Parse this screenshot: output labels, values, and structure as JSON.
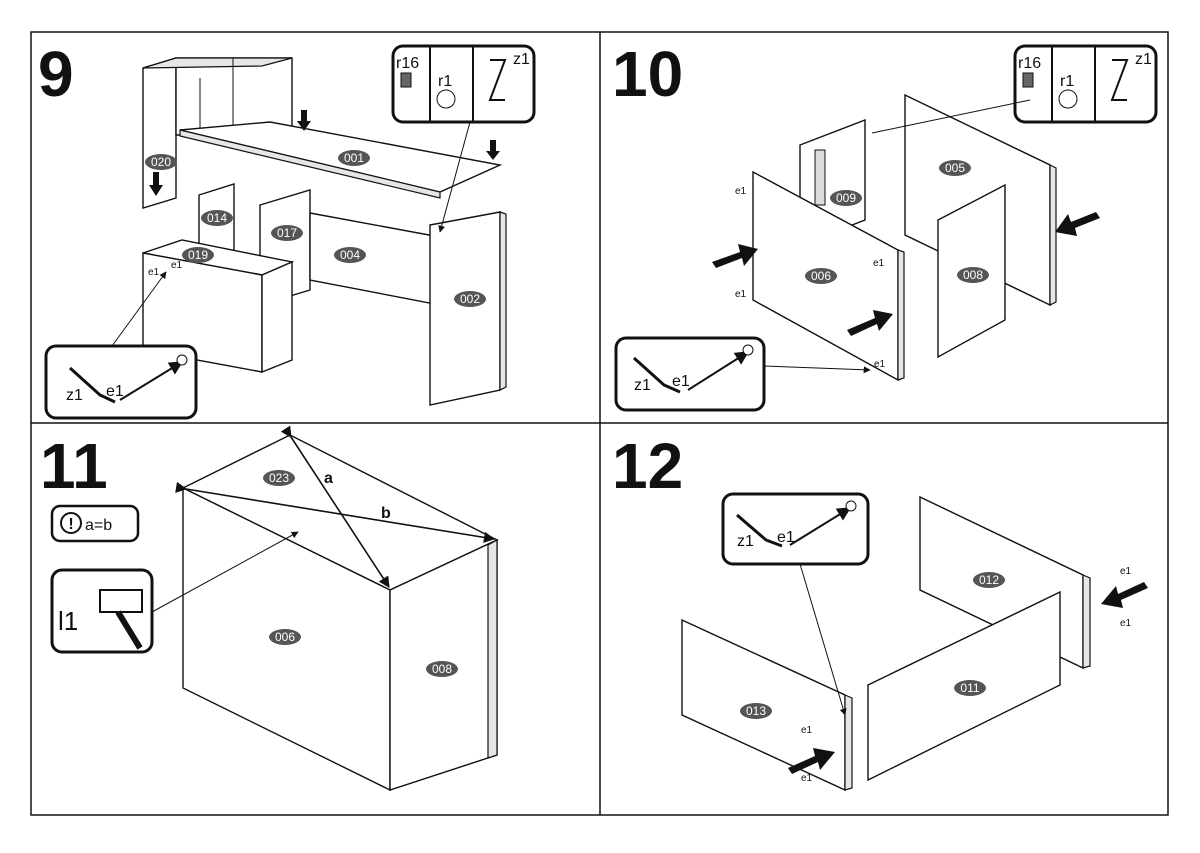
{
  "steps": [
    {
      "number": "9",
      "labels": [
        "001",
        "002",
        "004",
        "014",
        "017",
        "019",
        "020"
      ],
      "part_codes": [
        "r16",
        "r1",
        "z1",
        "e1",
        "e1",
        "z1",
        "e1"
      ]
    },
    {
      "number": "10",
      "labels": [
        "005",
        "006",
        "008",
        "009"
      ],
      "part_codes": [
        "r16",
        "r1",
        "z1",
        "z1",
        "e1",
        "e1",
        "e1",
        "e1",
        "e1"
      ]
    },
    {
      "number": "11",
      "labels": [
        "023",
        "006",
        "008"
      ],
      "dims": [
        "a",
        "b"
      ],
      "note": "a=b",
      "part_codes": [
        "l1"
      ]
    },
    {
      "number": "12",
      "labels": [
        "012",
        "011",
        "013"
      ],
      "part_codes": [
        "z1",
        "e1",
        "e1",
        "e1",
        "e1",
        "e1"
      ]
    }
  ],
  "colors": {
    "label_fill": "#555555",
    "ink": "#111111"
  }
}
